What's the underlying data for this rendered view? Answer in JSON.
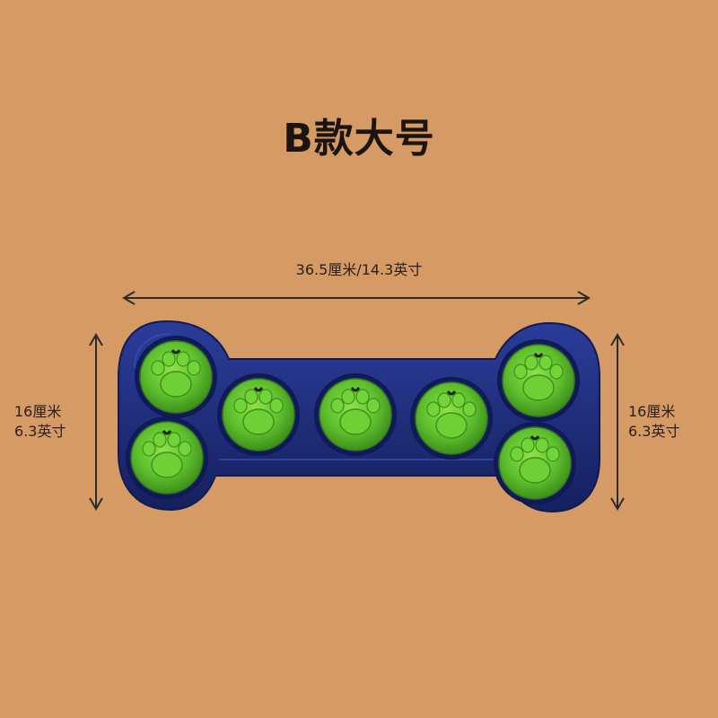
{
  "title": "B款大号",
  "dimensions": {
    "length": "36.5厘米/14.3英寸",
    "left_height_cm": "16厘米",
    "left_height_in": "6.3英寸",
    "right_height_cm": "16厘米",
    "right_height_in": "6.3英寸"
  },
  "colors": {
    "background": "#d69a64",
    "toy_body": "#1d2c7a",
    "paw_button": "#5fbf2d",
    "arrow": "#2b2b2b"
  },
  "product": {
    "paw_button_count": 7
  }
}
